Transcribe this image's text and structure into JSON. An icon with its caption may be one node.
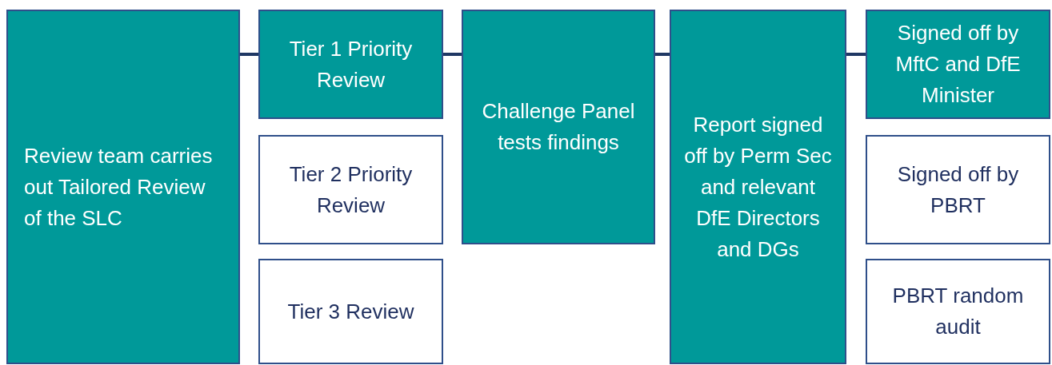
{
  "diagram": {
    "nodes": [
      {
        "text": [
          "Review team carries out Tailored Review of the SLC"
        ]
      },
      {
        "text": [
          "Tier 1 Priority Review"
        ]
      },
      {
        "text": [
          "Tier 2 Priority Review"
        ]
      },
      {
        "text": [
          "Tier 3 Review"
        ]
      },
      {
        "text": [
          "Challenge Panel tests findings"
        ]
      },
      {
        "text": [
          "Report signed off by Perm Sec and relevant DfE Directors and DGs"
        ]
      },
      {
        "text": [
          "Signed off by MftC and DfE Minister"
        ]
      },
      {
        "text": [
          "Signed off by PBRT"
        ]
      },
      {
        "text": [
          "PBRT random audit"
        ]
      }
    ],
    "edges": [
      {
        "from": 0,
        "to": 1,
        "arrow": "none"
      },
      {
        "from": 1,
        "to": 4,
        "arrow": "none"
      },
      {
        "from": 4,
        "to": 5,
        "arrow": "none"
      },
      {
        "from": 5,
        "to": 6,
        "arrow": "none"
      }
    ]
  }
}
